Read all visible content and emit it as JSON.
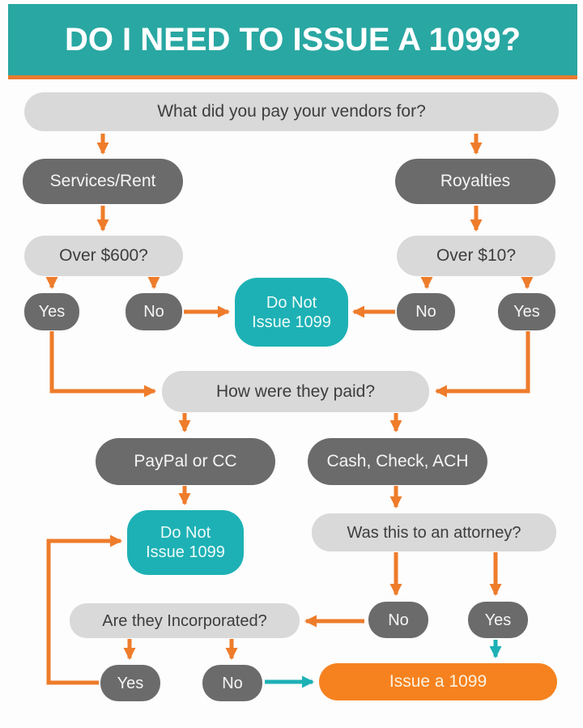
{
  "header": {
    "title": "DO I NEED TO ISSUE A 1099?"
  },
  "colors": {
    "header_teal": "#29a7a2",
    "box_teal": "#1db1b5",
    "arrow_orange": "#ee7c2b",
    "issue_orange": "#f6821f",
    "dark_gray": "#6b6b6b",
    "light_gray": "#d9d9d9",
    "text_dark": "#3d3d3d"
  },
  "nodes": {
    "what_paid": "What did you pay your vendors for?",
    "services_rent": "Services/Rent",
    "royalties": "Royalties",
    "over_600": "Over $600?",
    "over_10": "Over $10?",
    "yes_left": "Yes",
    "no_left": "No",
    "do_not_issue_1": {
      "line1": "Do Not",
      "line2": "Issue 1099"
    },
    "no_right": "No",
    "yes_right": "Yes",
    "how_paid": "How were they paid?",
    "paypal_cc": "PayPal or CC",
    "cash_check_ach": "Cash, Check, ACH",
    "do_not_issue_2": {
      "line1": "Do Not",
      "line2": "Issue 1099"
    },
    "attorney": "Was this to an attorney?",
    "no_attorney": "No",
    "yes_attorney": "Yes",
    "incorporated": "Are they Incorporated?",
    "yes_incorporated": "Yes",
    "no_incorporated": "No",
    "issue_1099": "Issue a 1099"
  }
}
